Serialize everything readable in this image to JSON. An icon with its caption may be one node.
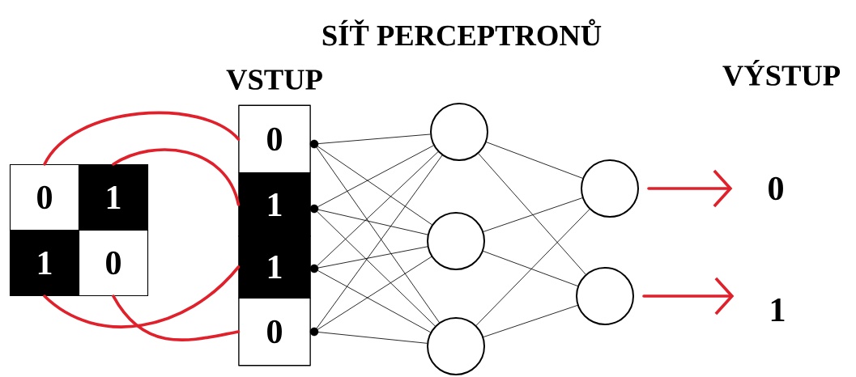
{
  "diagram": {
    "title": "SÍŤ PERCEPTRONŮ",
    "nodes": [
      {
        "text": [
          "0"
        ]
      },
      {
        "text": [
          "1"
        ]
      },
      {
        "text": [
          "1"
        ]
      },
      {
        "text": [
          "0"
        ]
      },
      {
        "text": [
          "VSTUP"
        ]
      },
      {
        "text": [
          "0"
        ],
        "in": 4
      },
      {
        "text": [
          "1"
        ],
        "in": 4
      },
      {
        "text": [
          "1"
        ],
        "in": 4
      },
      {
        "text": [
          "0"
        ],
        "in": 4
      },
      {
        "text": [],
        "shape": "circle"
      },
      {
        "text": [],
        "shape": "circle"
      },
      {
        "text": [],
        "shape": "circle"
      },
      {
        "text": [],
        "shape": "circle"
      },
      {
        "text": [],
        "shape": "circle"
      },
      {
        "text": [
          "0"
        ]
      },
      {
        "text": [
          "1"
        ]
      },
      {
        "text": [],
        "shape": "dot"
      },
      {
        "text": [],
        "shape": "dot"
      },
      {
        "text": [],
        "shape": "dot"
      },
      {
        "text": [],
        "shape": "dot"
      }
    ],
    "edges": [
      {
        "from": 0,
        "to": 5,
        "arrow": "none",
        "style": "thick",
        "color": "#e0202a"
      },
      {
        "from": 1,
        "to": 6,
        "arrow": "none",
        "style": "thick",
        "color": "#e0202a"
      },
      {
        "from": 2,
        "to": 7,
        "arrow": "none",
        "style": "thick",
        "color": "#e0202a"
      },
      {
        "from": 3,
        "to": 8,
        "arrow": "none",
        "style": "thick",
        "color": "#e0202a"
      },
      {
        "from": 16,
        "to": 9,
        "arrow": "none"
      },
      {
        "from": 16,
        "to": 10,
        "arrow": "none"
      },
      {
        "from": 16,
        "to": 11,
        "arrow": "none"
      },
      {
        "from": 17,
        "to": 9,
        "arrow": "none"
      },
      {
        "from": 17,
        "to": 10,
        "arrow": "none"
      },
      {
        "from": 17,
        "to": 11,
        "arrow": "none"
      },
      {
        "from": 18,
        "to": 9,
        "arrow": "none"
      },
      {
        "from": 18,
        "to": 10,
        "arrow": "none"
      },
      {
        "from": 18,
        "to": 11,
        "arrow": "none"
      },
      {
        "from": 19,
        "to": 9,
        "arrow": "none"
      },
      {
        "from": 19,
        "to": 10,
        "arrow": "none"
      },
      {
        "from": 19,
        "to": 11,
        "arrow": "none"
      },
      {
        "from": 9,
        "to": 12,
        "arrow": "none"
      },
      {
        "from": 9,
        "to": 13,
        "arrow": "none"
      },
      {
        "from": 10,
        "to": 12,
        "arrow": "none"
      },
      {
        "from": 10,
        "to": 13,
        "arrow": "none"
      },
      {
        "from": 11,
        "to": 12,
        "arrow": "none"
      },
      {
        "from": 11,
        "to": 13,
        "arrow": "none"
      },
      {
        "from": 12,
        "to": 14,
        "arrow": "to",
        "style": "thick",
        "color": "#e0202a"
      },
      {
        "from": 13,
        "to": 15,
        "arrow": "to",
        "style": "thick",
        "color": "#e0202a"
      }
    ],
    "labels": [
      "VÝSTUP"
    ]
  }
}
